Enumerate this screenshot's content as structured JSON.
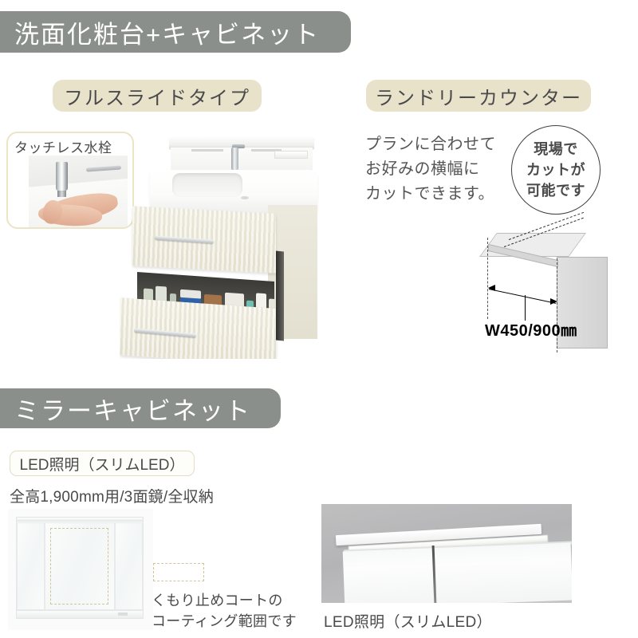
{
  "sections": {
    "vanity": {
      "banner_title": "洗面化粧台+キャビネット",
      "type_label": "フルスライドタイプ",
      "faucet_caption": "タッチレス水栓"
    },
    "laundry": {
      "label": "ランドリーカウンター",
      "description_lines": [
        "プランに合わせて",
        "お好みの横幅に",
        "カットできます。"
      ],
      "badge_lines": [
        "現場で",
        "カットが",
        "可能です"
      ],
      "dimension_label": "W450/900㎜"
    },
    "mirror": {
      "banner_title": "ミラーキャビネット",
      "led_label": "LED照明（スリムLED）",
      "spec_line": "全高1,900mm用/3面鏡/全収納",
      "coat_legend_lines": [
        "くもり止めコートの",
        "コーティング範囲です"
      ],
      "led_photo_caption": "LED照明（スリムLED）"
    }
  },
  "colors": {
    "banner_gray": "#8b8f8c",
    "pill_beige": "#e8e2cb",
    "text_dark": "#4a4a4a",
    "dashed_tan": "#cfc69a"
  }
}
